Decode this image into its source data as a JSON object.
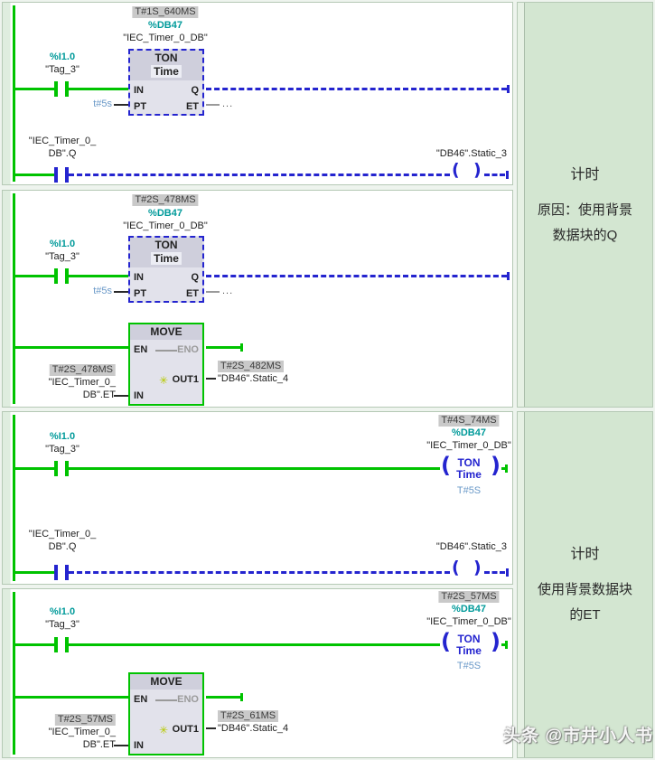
{
  "colors": {
    "power_true_green": "#00c300",
    "power_false_blue": "#2424cf",
    "operand_teal": "#009a9a",
    "time_value_blue": "#6a99c8",
    "badge_gray": "#c9c9c9",
    "sidebar_green": "#d3e6d1"
  },
  "glyphs": {
    "coil_open": "(",
    "coil_close": ")",
    "star": "✳",
    "ellipsis": "..."
  },
  "watermark": "头条 @市井小人书",
  "sidebar": {
    "cells": [
      {
        "title": "计时",
        "line1": "原因：使用背景",
        "line2": "数据块的Q"
      },
      {
        "title": "计时",
        "line1": "使用背景数据块",
        "line2": "的ET"
      }
    ]
  },
  "net1": {
    "timer_badge": "T#1S_640MS",
    "db_addr": "%DB47",
    "db_name": "\"IEC_Timer_0_DB\"",
    "box_title": "TON",
    "box_sub": "Time",
    "pin_in": "IN",
    "pin_q": "Q",
    "pin_pt": "PT",
    "pin_et": "ET",
    "pt_value": "t#5s",
    "contact_addr": "%I1.0",
    "contact_name": "\"Tag_3\"",
    "q_contact_l1": "\"IEC_Timer_0_",
    "q_contact_l2": "DB\".Q",
    "coil_label": "\"DB46\".Static_3"
  },
  "net2": {
    "timer_badge": "T#2S_478MS",
    "db_addr": "%DB47",
    "db_name": "\"IEC_Timer_0_DB\"",
    "box_title": "TON",
    "box_sub": "Time",
    "pin_in": "IN",
    "pin_q": "Q",
    "pin_pt": "PT",
    "pin_et": "ET",
    "pt_value": "t#5s",
    "contact_addr": "%I1.0",
    "contact_name": "\"Tag_3\"",
    "move": {
      "title": "MOVE",
      "pin_en": "EN",
      "pin_eno": "ENO",
      "pin_out": "OUT1",
      "pin_in": "IN",
      "src_badge": "T#2S_478MS",
      "src_l1": "\"IEC_Timer_0_",
      "src_l2": "DB\".ET",
      "dst_badge": "T#2S_482MS",
      "dst_label": "\"DB46\".Static_4"
    }
  },
  "net3": {
    "timer_badge": "T#4S_74MS",
    "db_addr": "%DB47",
    "db_name": "\"IEC_Timer_0_DB\"",
    "coil_t1": "TON",
    "coil_t2": "Time",
    "pt_value": "T#5S",
    "contact_addr": "%I1.0",
    "contact_name": "\"Tag_3\"",
    "q_contact_l1": "\"IEC_Timer_0_",
    "q_contact_l2": "DB\".Q",
    "coil_label": "\"DB46\".Static_3"
  },
  "net4": {
    "timer_badge": "T#2S_57MS",
    "db_addr": "%DB47",
    "db_name": "\"IEC_Timer_0_DB\"",
    "coil_t1": "TON",
    "coil_t2": "Time",
    "pt_value": "T#5S",
    "contact_addr": "%I1.0",
    "contact_name": "\"Tag_3\"",
    "move": {
      "title": "MOVE",
      "pin_en": "EN",
      "pin_eno": "ENO",
      "pin_out": "OUT1",
      "pin_in": "IN",
      "src_badge": "T#2S_57MS",
      "src_l1": "\"IEC_Timer_0_",
      "src_l2": "DB\".ET",
      "dst_badge": "T#2S_61MS",
      "dst_label": "\"DB46\".Static_4"
    }
  }
}
